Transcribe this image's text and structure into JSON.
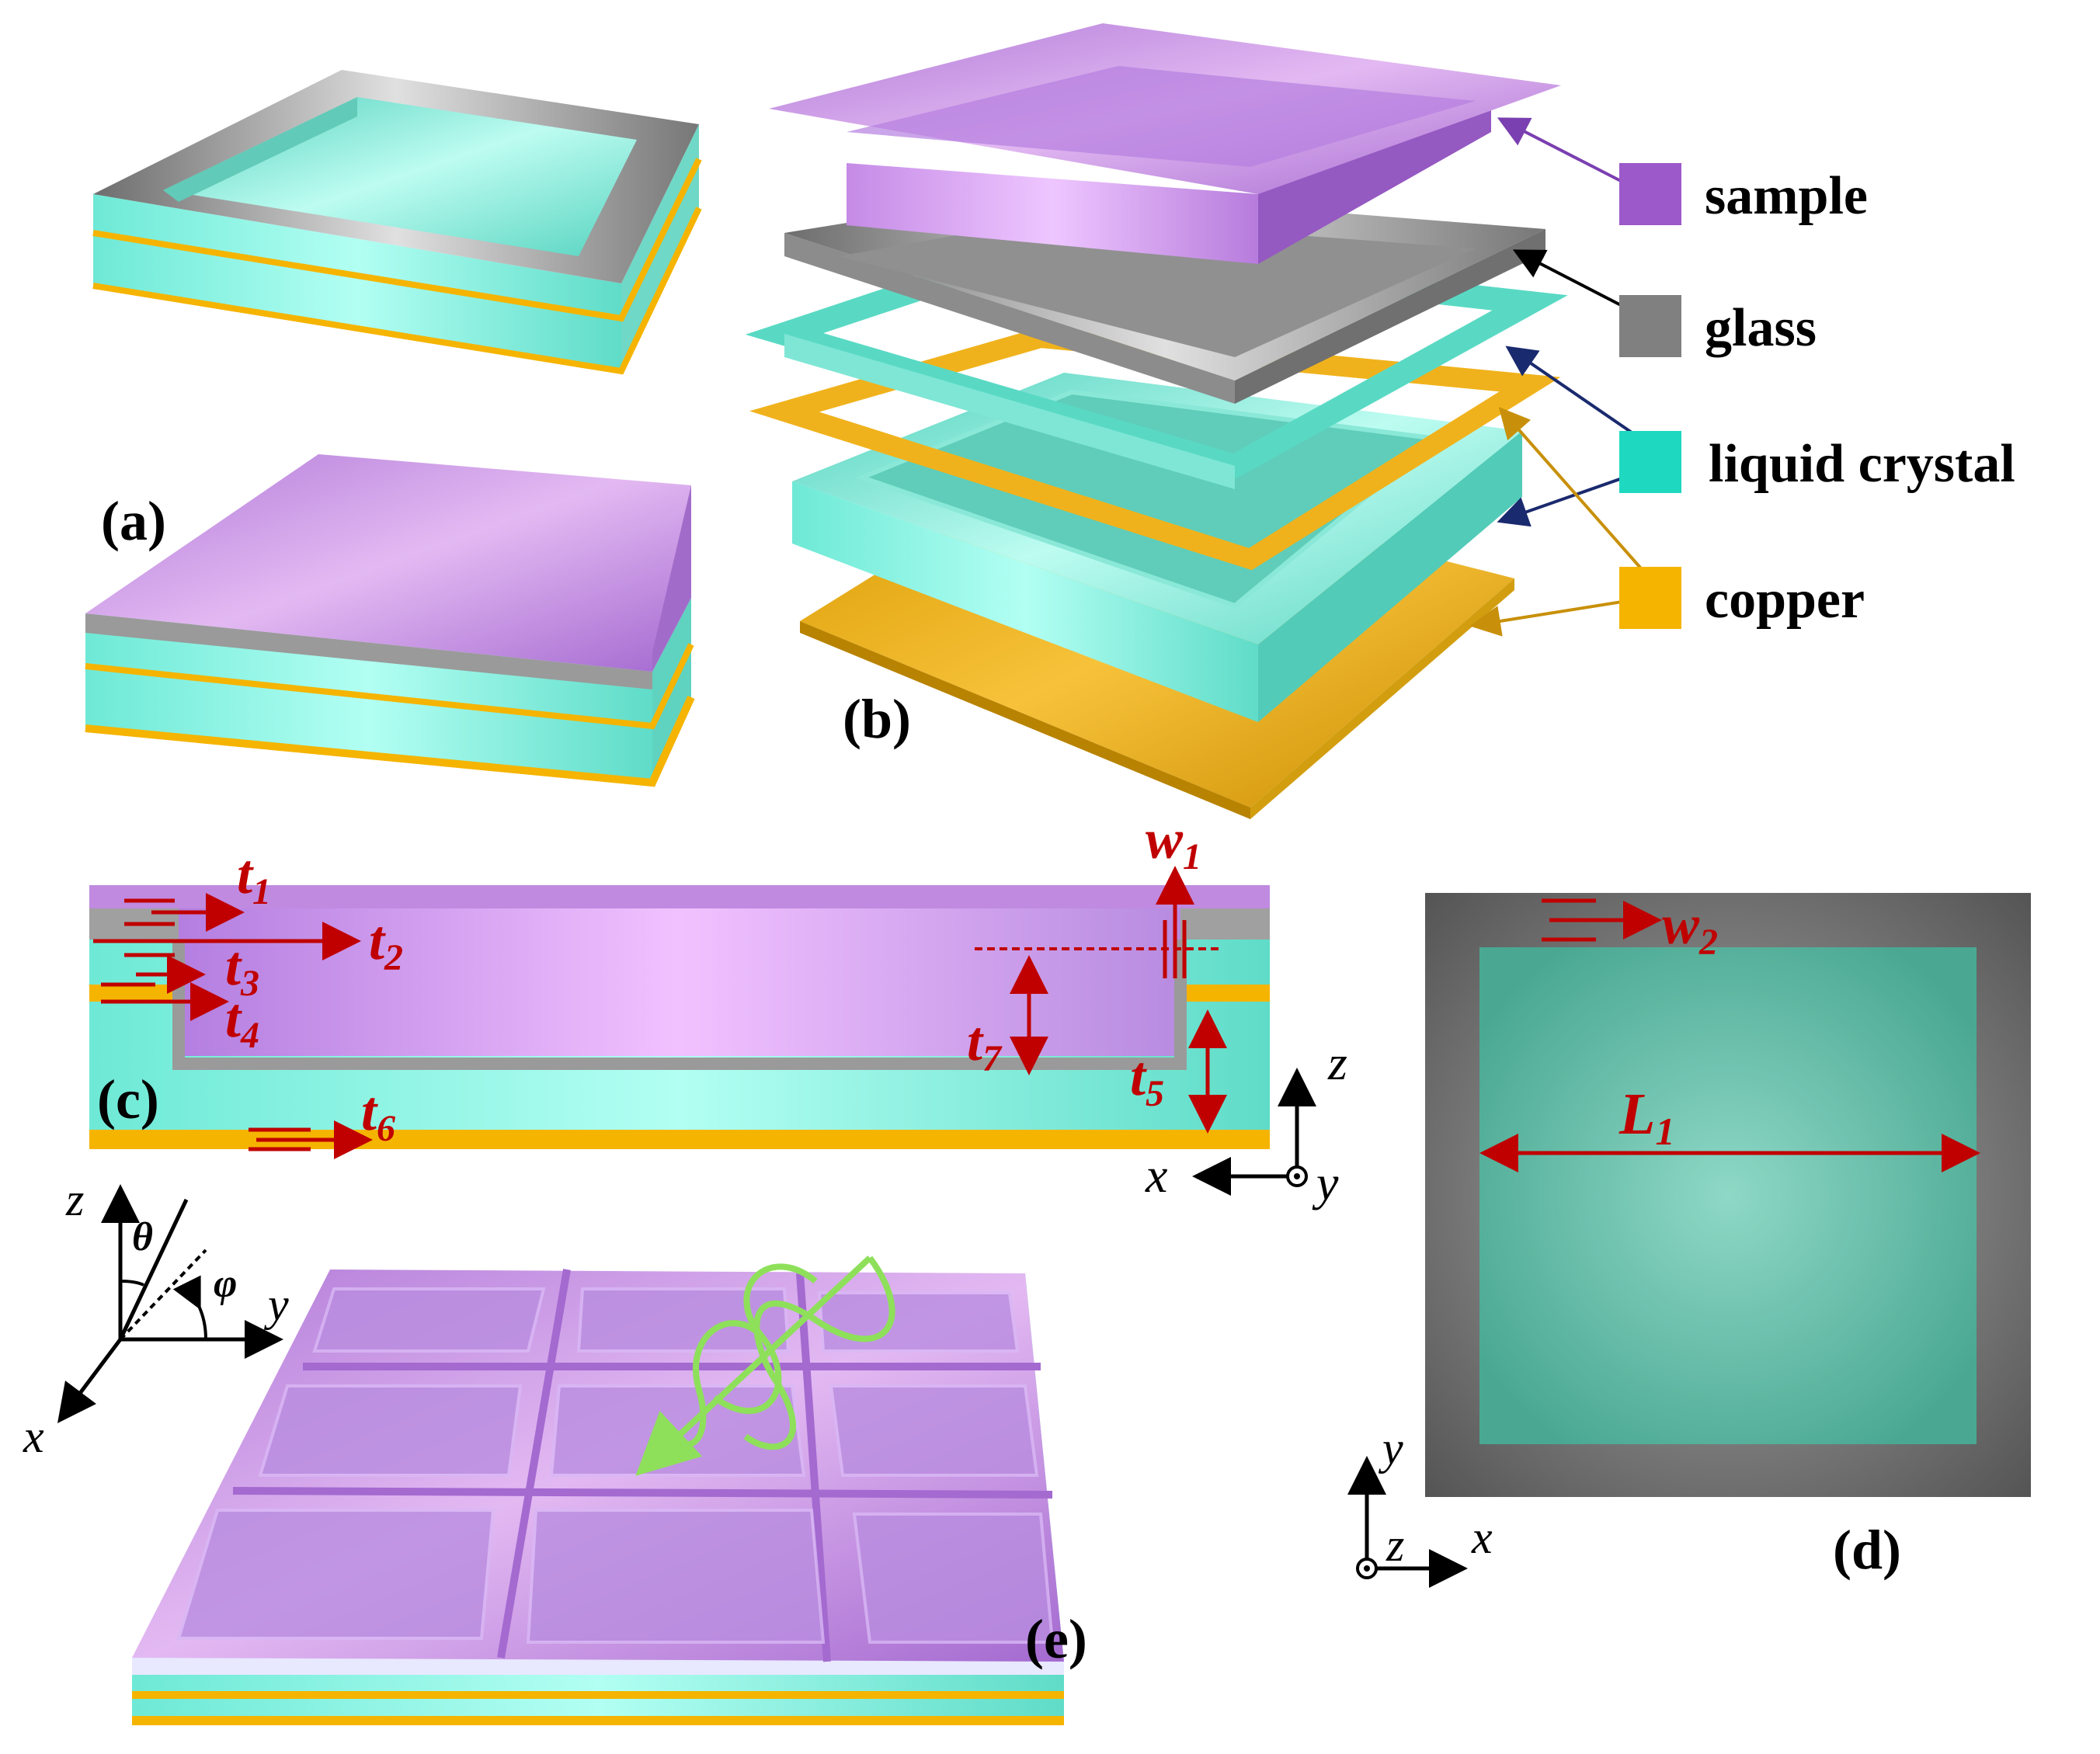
{
  "panels": {
    "a": "(a)",
    "b": "(b)",
    "c": "(c)",
    "d": "(d)",
    "e": "(e)"
  },
  "legend": [
    {
      "label": "sample",
      "color": "#9B59C9"
    },
    {
      "label": "glass",
      "color": "#808080"
    },
    {
      "label": "liquid crystal",
      "color": "#1FD8C0"
    },
    {
      "label": "copper",
      "color": "#F5B400"
    }
  ],
  "dimensions": {
    "t1": {
      "base": "t",
      "sub": "1"
    },
    "t2": {
      "base": "t",
      "sub": "2"
    },
    "t3": {
      "base": "t",
      "sub": "3"
    },
    "t4": {
      "base": "t",
      "sub": "4"
    },
    "t5": {
      "base": "t",
      "sub": "5"
    },
    "t6": {
      "base": "t",
      "sub": "6"
    },
    "t7": {
      "base": "t",
      "sub": "7"
    },
    "w1": {
      "base": "w",
      "sub": "1"
    },
    "w2": {
      "base": "w",
      "sub": "2"
    },
    "L1": {
      "base": "L",
      "sub": "1"
    }
  },
  "axes": {
    "c": {
      "z": "z",
      "x": "x",
      "y": "y"
    },
    "d": {
      "y": "y",
      "z": "z",
      "x": "x"
    },
    "e": {
      "z": "z",
      "x": "x",
      "y": "y",
      "theta": "θ",
      "phi": "φ"
    }
  },
  "colors": {
    "sample": "#9B59C9",
    "glass": "#808080",
    "liquid_crystal": "#1FD8C0",
    "copper": "#F5B400",
    "dimension": "#c00000",
    "wave": "#8ee05a"
  }
}
